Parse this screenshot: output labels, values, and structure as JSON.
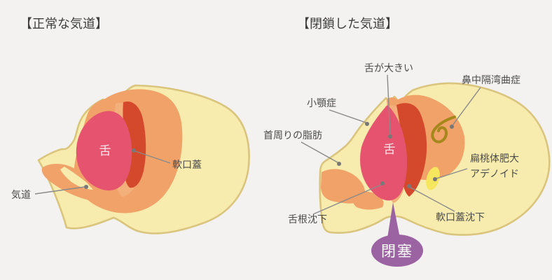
{
  "titles": {
    "left": "【正常な気道】",
    "right": "【閉鎖した気道】"
  },
  "left_panel": {
    "tongue": "舌",
    "soft_palate": "軟口蓋",
    "airway": "気道"
  },
  "right_panel": {
    "tongue": "舌",
    "tongue_large": "舌が大きい",
    "deviated_septum": "鼻中隔湾曲症",
    "micrognathia": "小顎症",
    "neck_fat": "首周りの脂肪",
    "tonsil_line1": "扁桃体肥大",
    "tonsil_line2": "アデノイド",
    "tongue_base_sink": "舌根沈下",
    "soft_palate_sink": "軟口蓋沈下",
    "obstruction": "閉塞"
  },
  "colors": {
    "background": "#f3f2f0",
    "skin": "#f7ebad",
    "skin_outline": "#d9c57e",
    "pharynx_orange": "#f0a269",
    "salmon": "#f3b07a",
    "soft_palate_red": "#d4492b",
    "tongue_pink": "#e5536f",
    "tonsil_yellow": "#f5e65e",
    "septum_gold": "#a6871c",
    "obstruction_purple": "#9c63a3",
    "organ_text": "#f9e8ec",
    "balloon_text": "#ffffff",
    "label_text": "#4b4b4b",
    "leader_line": "#8a8a8a"
  }
}
